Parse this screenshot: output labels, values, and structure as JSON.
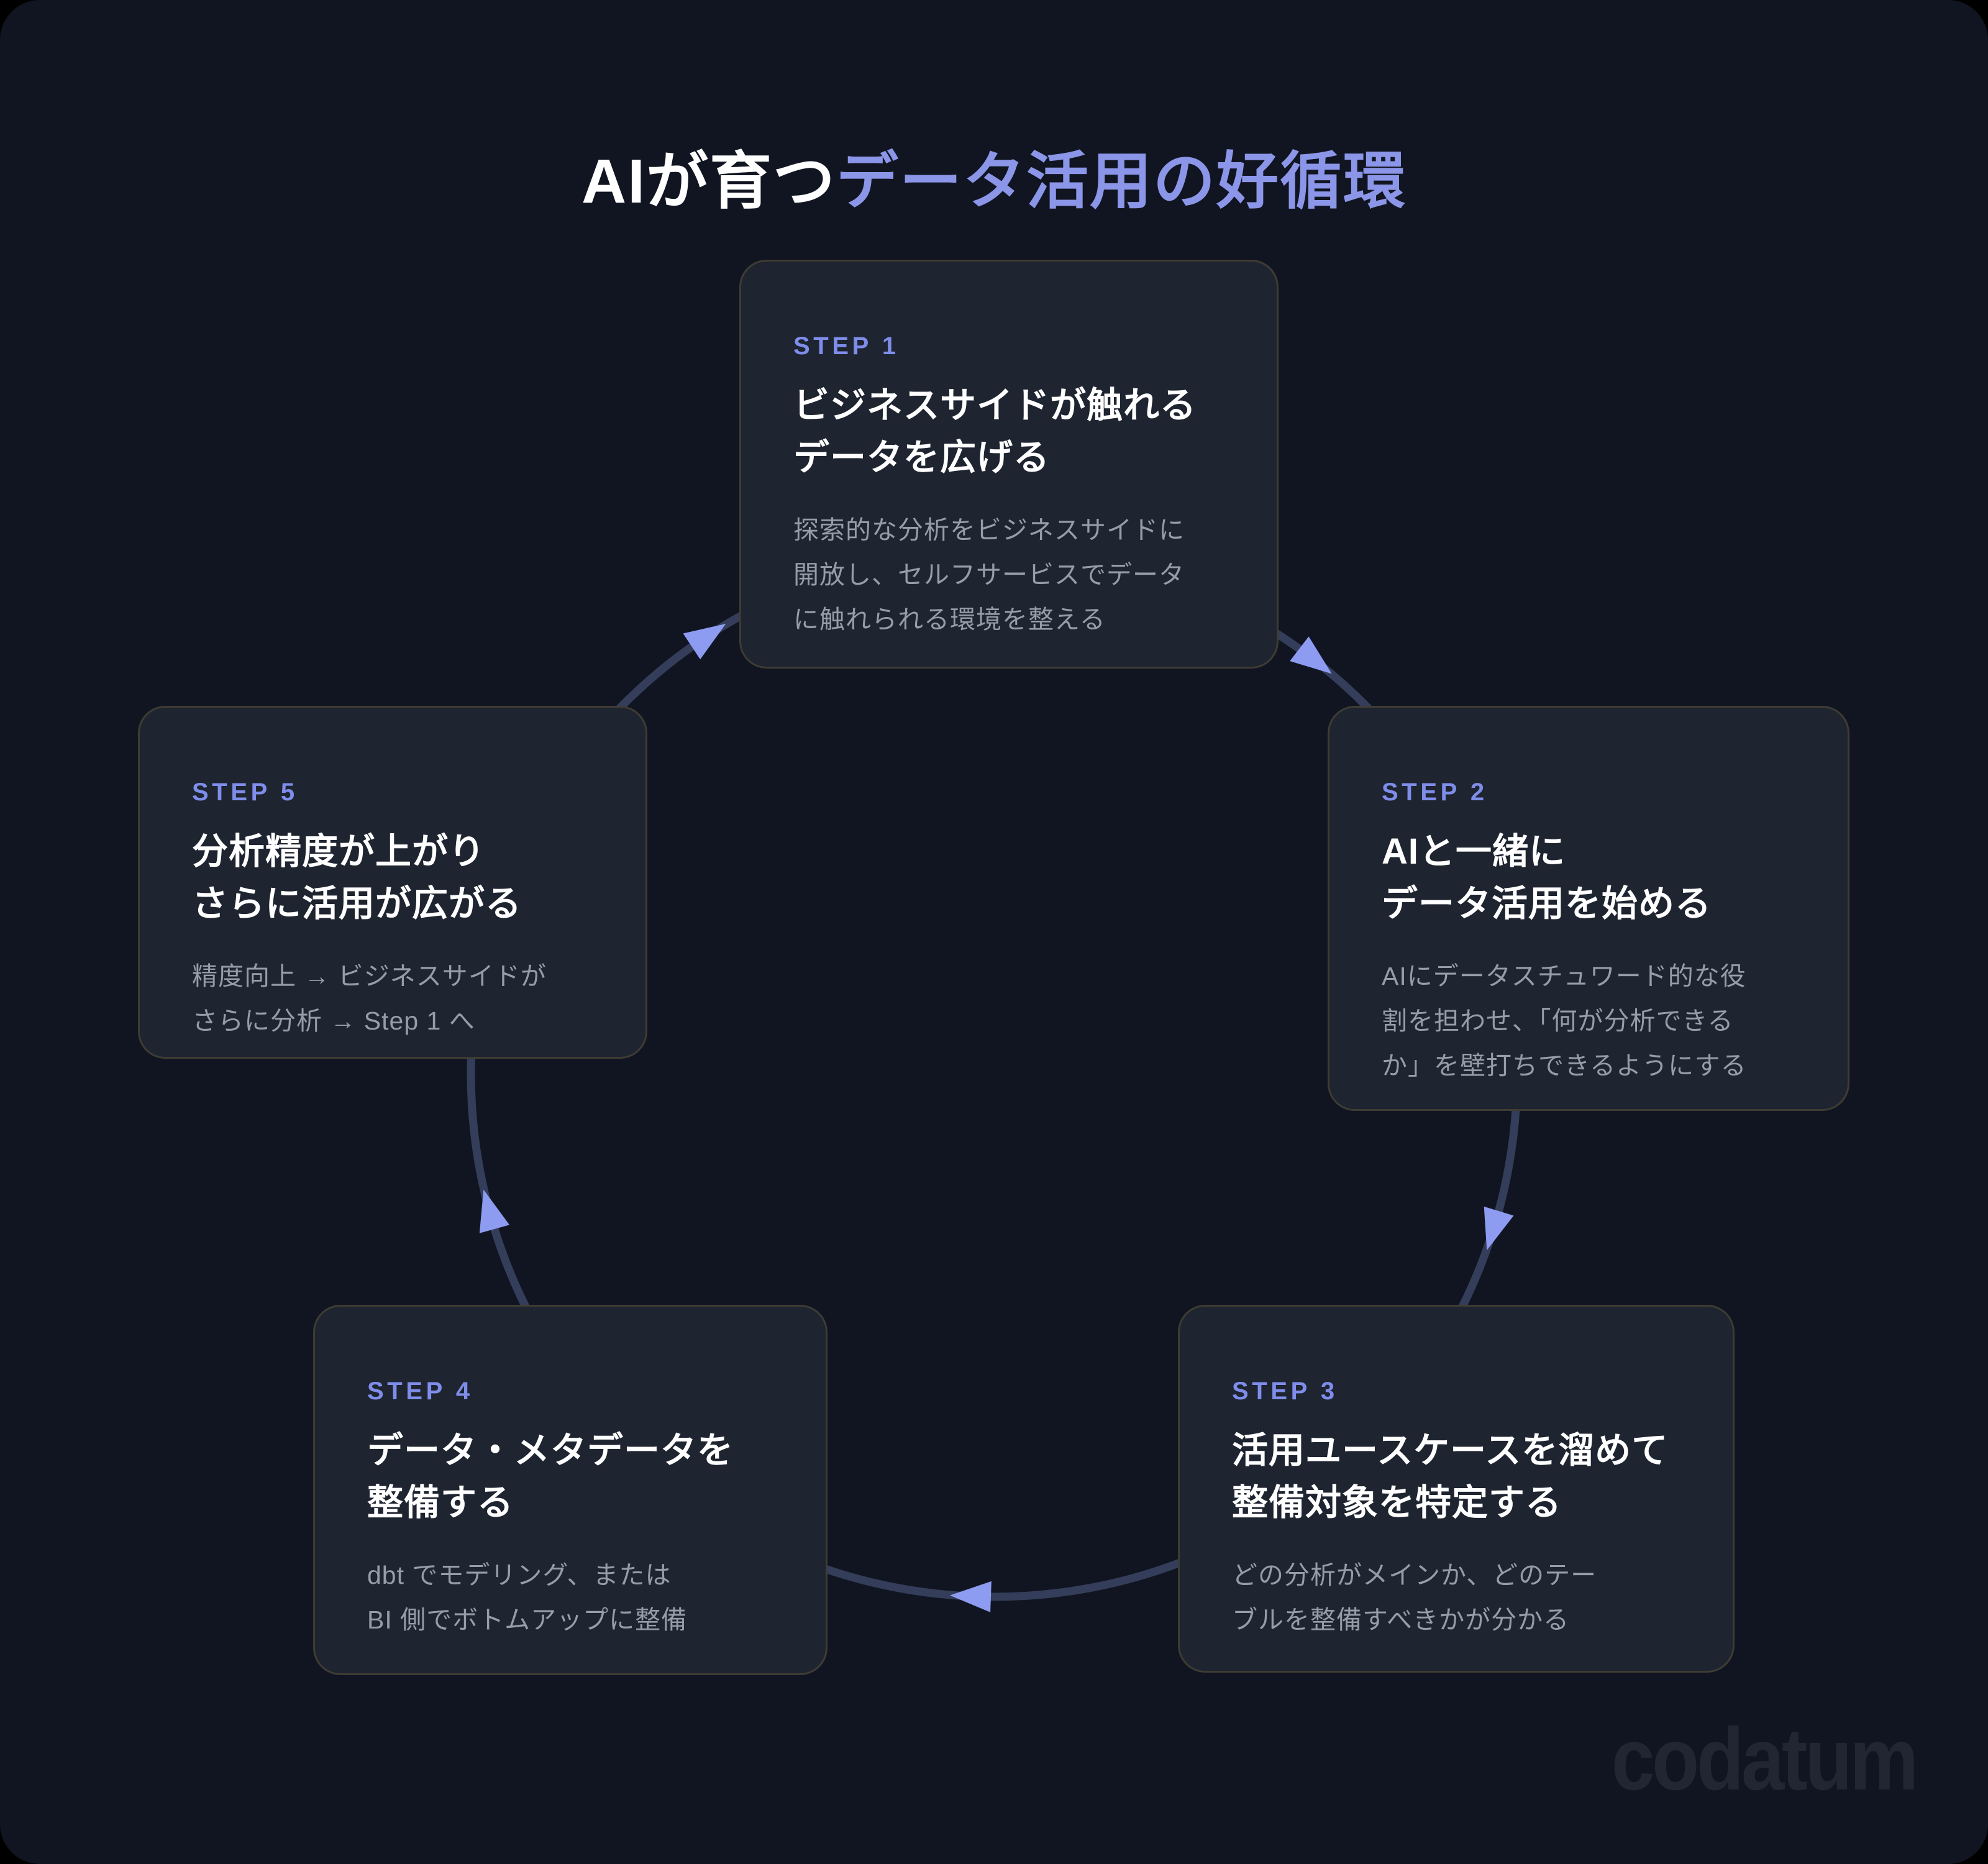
{
  "title": {
    "prefix": "AIが育つ",
    "highlight": "データ活用の好循環"
  },
  "steps": [
    {
      "label": "STEP 1",
      "title_lines": [
        "ビジネスサイドが触れる",
        "データを広げる"
      ],
      "body_lines": [
        "探索的な分析をビジネスサイドに",
        "開放し、セルフサービスでデータ",
        "に触れられる環境を整える"
      ]
    },
    {
      "label": "STEP 2",
      "title_lines": [
        "AIと一緒に",
        "データ活用を始める"
      ],
      "body_lines": [
        "AIにデータスチュワード的な役",
        "割を担わせ、「何が分析できる",
        "か」を壁打ちできるようにする"
      ]
    },
    {
      "label": "STEP 3",
      "title_lines": [
        "活用ユースケースを溜めて",
        "整備対象を特定する"
      ],
      "body_lines": [
        "どの分析がメインか、どのテー",
        "ブルを整備すべきかが分かる"
      ]
    },
    {
      "label": "STEP 4",
      "title_lines": [
        "データ・メタデータを",
        "整備する"
      ],
      "body_lines": [
        "dbt でモデリング、または",
        "BI 側でボトムアップに整備"
      ]
    },
    {
      "label": "STEP 5",
      "title_lines": [
        "分析精度が上がり",
        "さらに活用が広がる"
      ],
      "body_lines": [
        "精度向上 → ビジネスサイドが",
        "さらに分析 → Step 1 へ"
      ]
    }
  ],
  "logo": "codatum",
  "colors": {
    "page_bg": "#111521",
    "card_bg": "#1E2430",
    "card_border": "#3E3C33",
    "accent": "#8B96E8",
    "step_label": "#7F8DEA",
    "arrow": "#8D9CF1",
    "ring": "#343E5A",
    "title_text": "#FFFFFF",
    "body_text": "#969CA8",
    "logo_text": "#212732"
  }
}
